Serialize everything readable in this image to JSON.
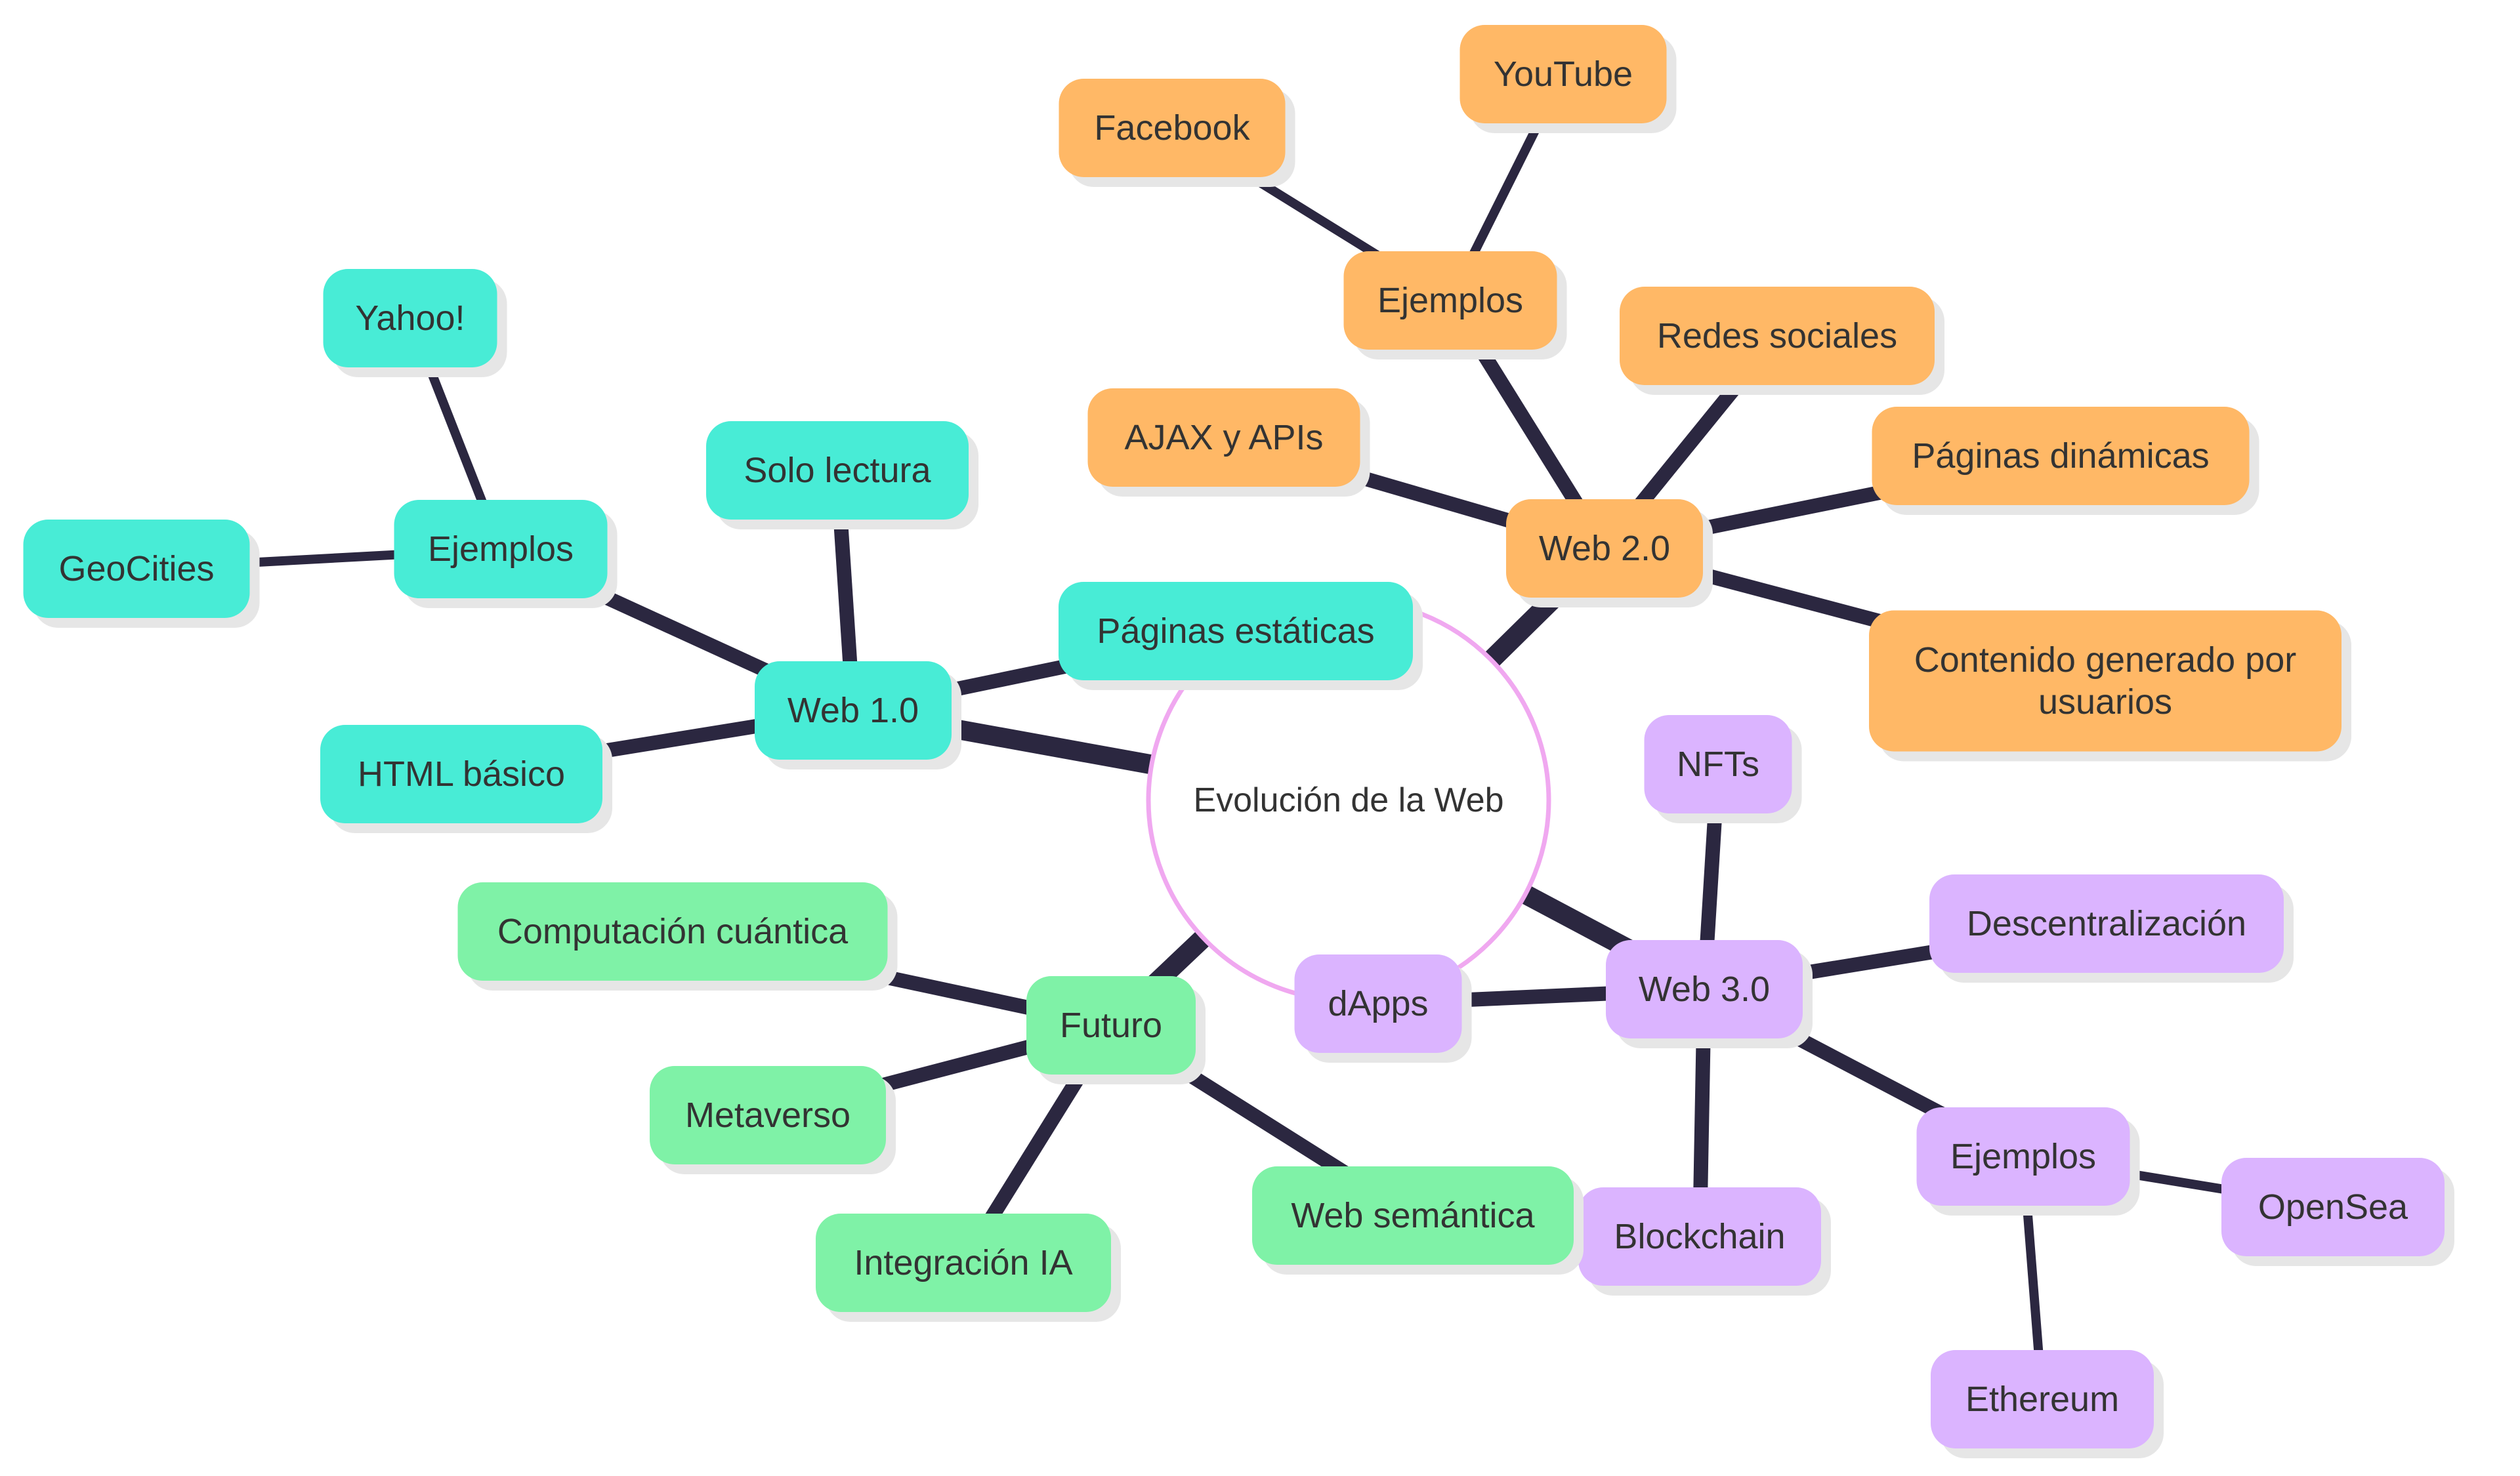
{
  "title": "",
  "colors": {
    "edge": "#2b2740",
    "web1": "#48ecd6",
    "web2": "#ffb866",
    "web3": "#dbb4ff",
    "futuro": "#7ff2a7",
    "root_border": "#f0a8f0",
    "root_fill": "#ffffff",
    "shadow": "#e6e6e6",
    "text": "#333333"
  },
  "mindmap": {
    "root": {
      "id": "root",
      "label": "Evolución de la Web"
    },
    "nodes": [
      {
        "id": "web1",
        "label": "Web 1.0",
        "parent": "root",
        "group": "web1",
        "depth": 1
      },
      {
        "id": "web1_paginas",
        "label": "Páginas estáticas",
        "parent": "web1",
        "group": "web1",
        "depth": 2
      },
      {
        "id": "web1_solo",
        "label": "Solo lectura",
        "parent": "web1",
        "group": "web1",
        "depth": 2
      },
      {
        "id": "web1_html",
        "label": "HTML básico",
        "parent": "web1",
        "group": "web1",
        "depth": 2
      },
      {
        "id": "web1_ejemplos",
        "label": "Ejemplos",
        "parent": "web1",
        "group": "web1",
        "depth": 2
      },
      {
        "id": "web1_yahoo",
        "label": "Yahoo!",
        "parent": "web1_ejemplos",
        "group": "web1",
        "depth": 3
      },
      {
        "id": "web1_geocities",
        "label": "GeoCities",
        "parent": "web1_ejemplos",
        "group": "web1",
        "depth": 3
      },
      {
        "id": "web2",
        "label": "Web 2.0",
        "parent": "root",
        "group": "web2",
        "depth": 1
      },
      {
        "id": "web2_contenido",
        "label": "Contenido generado por usuarios",
        "parent": "web2",
        "group": "web2",
        "depth": 2
      },
      {
        "id": "web2_redes",
        "label": "Redes sociales",
        "parent": "web2",
        "group": "web2",
        "depth": 2
      },
      {
        "id": "web2_dinamicas",
        "label": "Páginas dinámicas",
        "parent": "web2",
        "group": "web2",
        "depth": 2
      },
      {
        "id": "web2_ajax",
        "label": "AJAX y APIs",
        "parent": "web2",
        "group": "web2",
        "depth": 2
      },
      {
        "id": "web2_ejemplos",
        "label": "Ejemplos",
        "parent": "web2",
        "group": "web2",
        "depth": 2
      },
      {
        "id": "web2_facebook",
        "label": "Facebook",
        "parent": "web2_ejemplos",
        "group": "web2",
        "depth": 3
      },
      {
        "id": "web2_youtube",
        "label": "YouTube",
        "parent": "web2_ejemplos",
        "group": "web2",
        "depth": 3
      },
      {
        "id": "web3",
        "label": "Web 3.0",
        "parent": "root",
        "group": "web3",
        "depth": 1
      },
      {
        "id": "web3_descentral",
        "label": "Descentralización",
        "parent": "web3",
        "group": "web3",
        "depth": 2
      },
      {
        "id": "web3_blockchain",
        "label": "Blockchain",
        "parent": "web3",
        "group": "web3",
        "depth": 2
      },
      {
        "id": "web3_nfts",
        "label": "NFTs",
        "parent": "web3",
        "group": "web3",
        "depth": 2
      },
      {
        "id": "web3_dapps",
        "label": "dApps",
        "parent": "web3",
        "group": "web3",
        "depth": 2
      },
      {
        "id": "web3_ejemplos",
        "label": "Ejemplos",
        "parent": "web3",
        "group": "web3",
        "depth": 2
      },
      {
        "id": "web3_ethereum",
        "label": "Ethereum",
        "parent": "web3_ejemplos",
        "group": "web3",
        "depth": 3
      },
      {
        "id": "web3_opensea",
        "label": "OpenSea",
        "parent": "web3_ejemplos",
        "group": "web3",
        "depth": 3
      },
      {
        "id": "futuro",
        "label": "Futuro",
        "parent": "root",
        "group": "futuro",
        "depth": 1
      },
      {
        "id": "futuro_ia",
        "label": "Integración IA",
        "parent": "futuro",
        "group": "futuro",
        "depth": 2
      },
      {
        "id": "futuro_semantica",
        "label": "Web semántica",
        "parent": "futuro",
        "group": "futuro",
        "depth": 2
      },
      {
        "id": "futuro_metaverso",
        "label": "Metaverso",
        "parent": "futuro",
        "group": "futuro",
        "depth": 2
      },
      {
        "id": "futuro_cuantica",
        "label": "Computación cuántica",
        "parent": "futuro",
        "group": "futuro",
        "depth": 2
      }
    ]
  }
}
